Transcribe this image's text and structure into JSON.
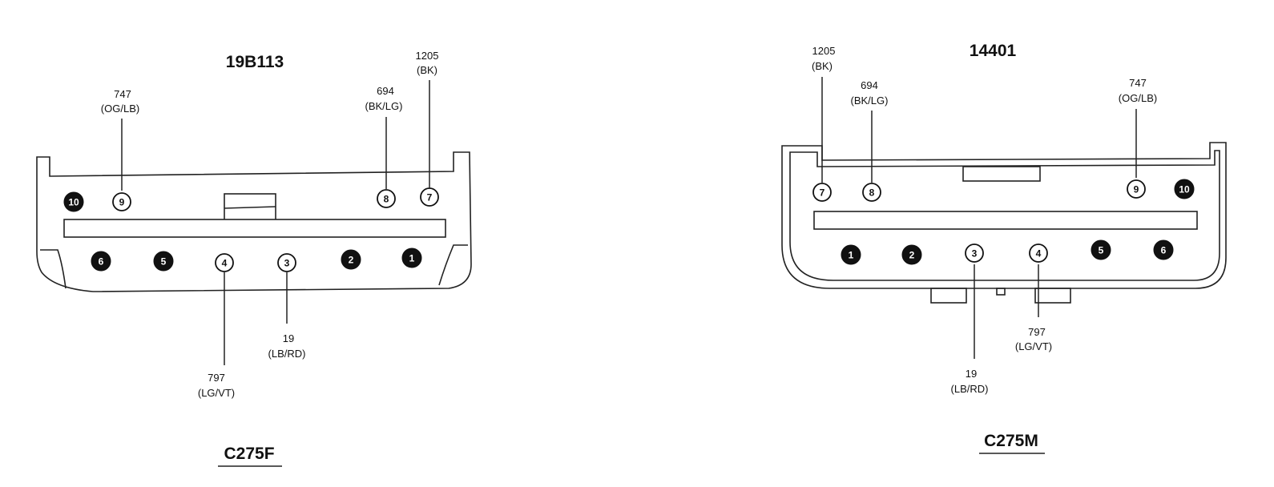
{
  "connectors": [
    {
      "title": "19B113",
      "id": "C275F",
      "pins": [
        {
          "num": "10",
          "state": "unused"
        },
        {
          "num": "9",
          "state": "used"
        },
        {
          "num": "8",
          "state": "used"
        },
        {
          "num": "7",
          "state": "used"
        },
        {
          "num": "6",
          "state": "unused"
        },
        {
          "num": "5",
          "state": "unused"
        },
        {
          "num": "4",
          "state": "used"
        },
        {
          "num": "3",
          "state": "used"
        },
        {
          "num": "2",
          "state": "unused"
        },
        {
          "num": "1",
          "state": "unused"
        }
      ],
      "wires": [
        {
          "pin": "9",
          "circuit": "747",
          "color": "(OG/LB)"
        },
        {
          "pin": "8",
          "circuit": "694",
          "color": "(BK/LG)"
        },
        {
          "pin": "7",
          "circuit": "1205",
          "color": "(BK)"
        },
        {
          "pin": "4",
          "circuit": "797",
          "color": "(LG/VT)"
        },
        {
          "pin": "3",
          "circuit": "19",
          "color": "(LB/RD)"
        }
      ]
    },
    {
      "title": "14401",
      "id": "C275M",
      "pins": [
        {
          "num": "7",
          "state": "used"
        },
        {
          "num": "8",
          "state": "used"
        },
        {
          "num": "9",
          "state": "used"
        },
        {
          "num": "10",
          "state": "unused"
        },
        {
          "num": "1",
          "state": "unused"
        },
        {
          "num": "2",
          "state": "unused"
        },
        {
          "num": "3",
          "state": "used"
        },
        {
          "num": "4",
          "state": "used"
        },
        {
          "num": "5",
          "state": "unused"
        },
        {
          "num": "6",
          "state": "unused"
        }
      ],
      "wires": [
        {
          "pin": "7",
          "circuit": "1205",
          "color": "(BK)"
        },
        {
          "pin": "8",
          "circuit": "694",
          "color": "(BK/LG)"
        },
        {
          "pin": "9",
          "circuit": "747",
          "color": "(OG/LB)"
        },
        {
          "pin": "3",
          "circuit": "19",
          "color": "(LB/RD)"
        },
        {
          "pin": "4",
          "circuit": "797",
          "color": "(LG/VT)"
        }
      ]
    }
  ]
}
